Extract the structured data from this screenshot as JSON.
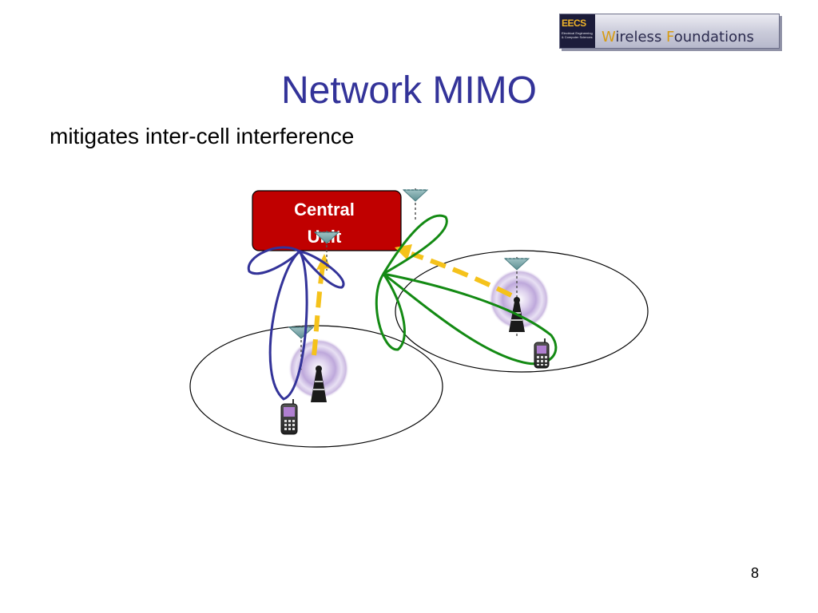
{
  "logo": {
    "badge_title": "EECS",
    "badge_subtitle_line1": "Electrical Engineering",
    "badge_subtitle_line2": "& Computer Sciences",
    "wordmark_initial_1": "W",
    "wordmark_rest_1": "ireless ",
    "wordmark_initial_2": "F",
    "wordmark_rest_2": "oundations"
  },
  "title": "Network MIMO",
  "bullet": "mitigates inter-cell interference",
  "diagram": {
    "central_unit": {
      "line1": "Central",
      "line2": "Unit",
      "fill": "#c00000"
    },
    "colors": {
      "beam_cell1": "#333399",
      "beam_cell2": "#138a13",
      "backhaul": "#f5c21b",
      "halo": "#8e6bb8"
    }
  },
  "page_number": "8"
}
